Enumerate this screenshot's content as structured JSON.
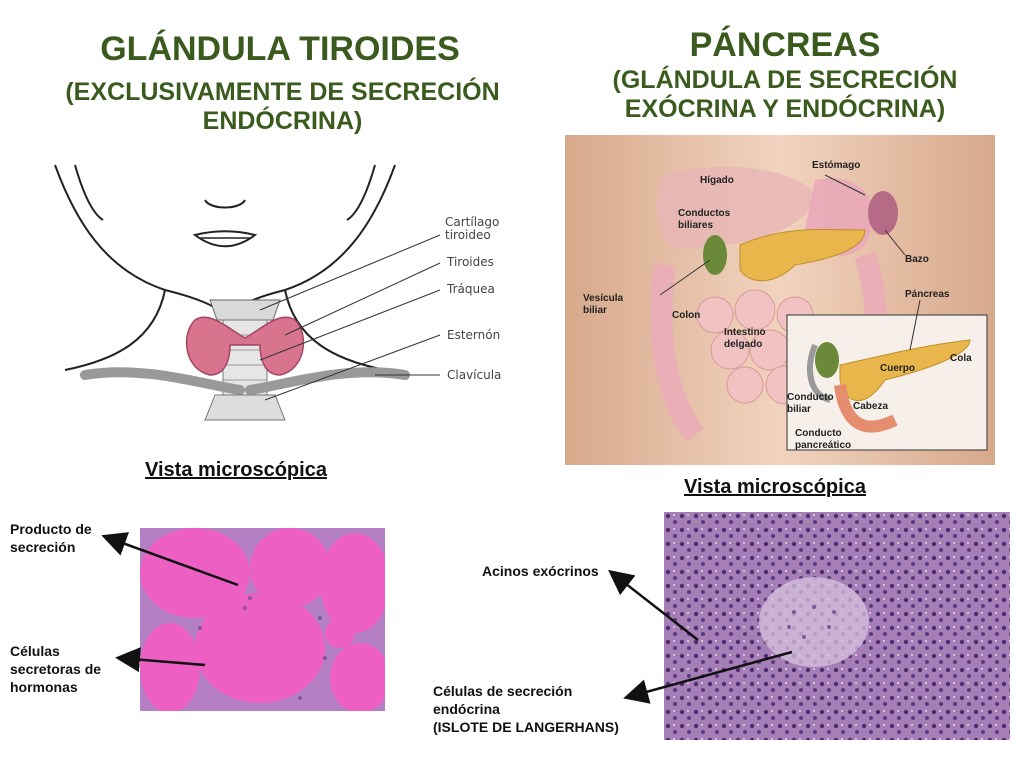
{
  "thyroid": {
    "title": "GLÁNDULA TIROIDES",
    "subtitle": "(EXCLUSIVAMENTE DE SECRECIÓN ENDÓCRINA)",
    "labels": {
      "cartilago": "Cartílago\ntiroideo",
      "tiroides": "Tiroides",
      "traquea": "Tráquea",
      "esternon": "Esternón",
      "clavicula": "Clavícula"
    },
    "micro_title": "Vista microscópica",
    "micro_labels": {
      "producto": "Producto de\n secreción",
      "celulas": "Células\nsecretoras de\nhormonas"
    }
  },
  "pancreas": {
    "title": "PÁNCREAS",
    "subtitle": "(GLÁNDULA DE SECRECIÓN EXÓCRINA Y ENDÓCRINA)",
    "labels": {
      "estomago": "Estómago",
      "higado": "Hígado",
      "conductos_biliares": "Conductos\nbiliares",
      "bazo": "Bazo",
      "pancreas": "Páncreas",
      "vesicula": "Vesícula\nbiliar",
      "colon": "Colon",
      "intestino": "Intestino\ndelgado",
      "cola": "Cola",
      "cuerpo": "Cuerpo",
      "conducto_biliar": "Conducto\nbiliar",
      "cabeza": "Cabeza",
      "conducto_pancreatico": "Conducto\npancreático"
    },
    "micro_title": "Vista microscópica",
    "micro_labels": {
      "acinos": "Acinos exócrinos",
      "langerhans": "Células de secreción\n endócrina\n(ISLOTE  DE LANGERHANS)"
    }
  },
  "colors": {
    "title_green": "#3b5a1e",
    "thyroid_pink": "#d9748f",
    "colloid_pink": "#ee5fc4",
    "pancreas_yellow": "#e8b64a",
    "histo_purple": "#a57fb6"
  }
}
